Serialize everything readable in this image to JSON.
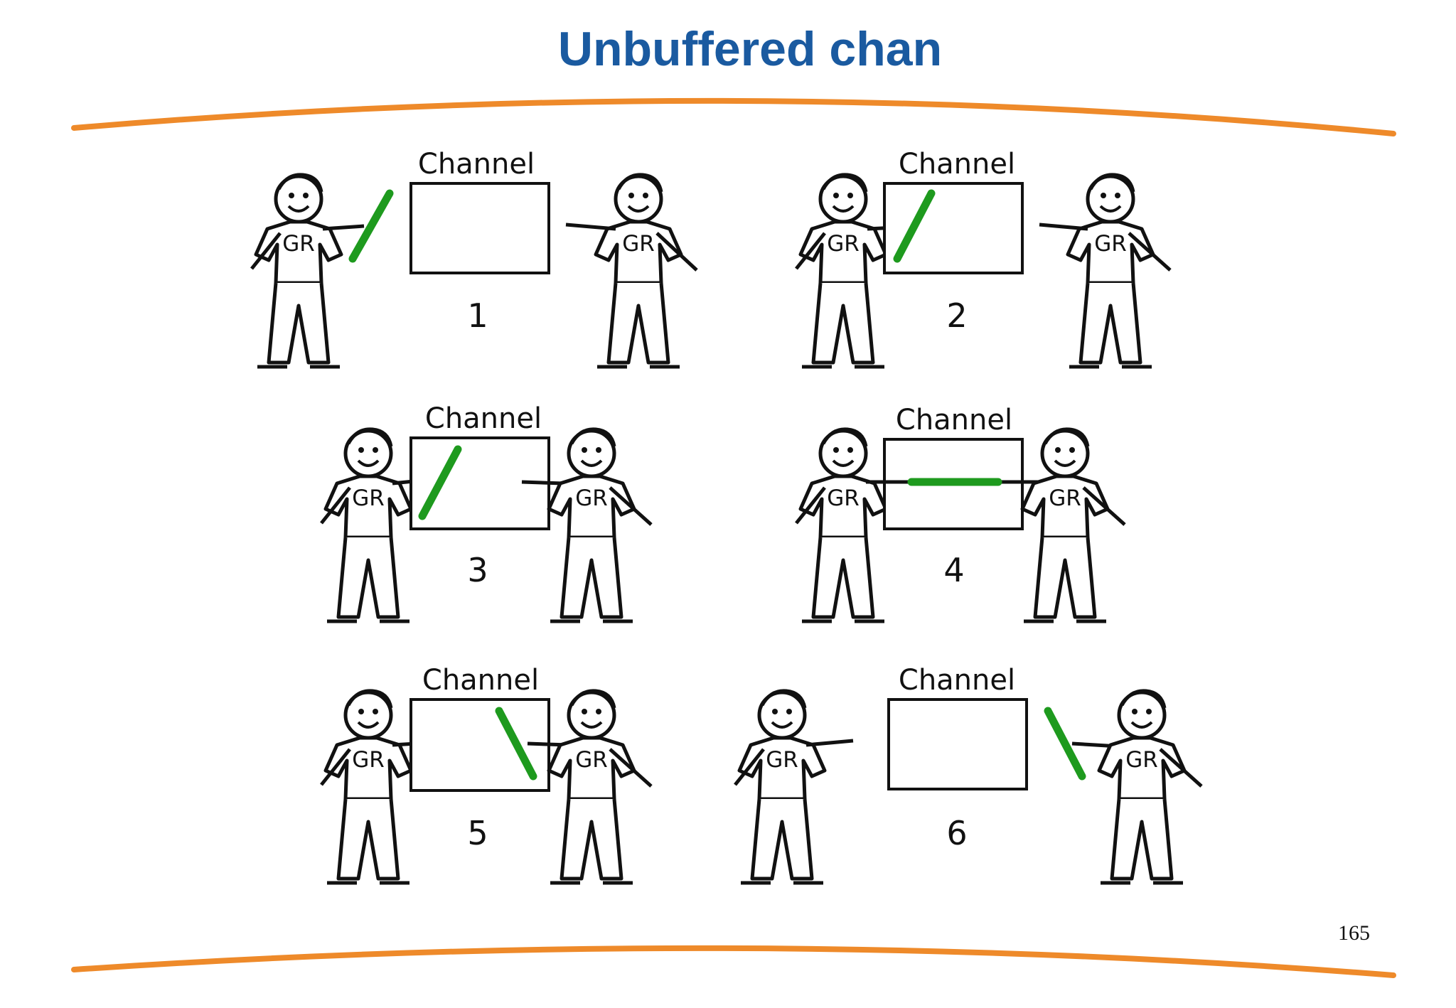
{
  "title": "Unbuffered chan",
  "page_number": "165",
  "colors": {
    "title": "#1a5aa0",
    "accent_curve": "#ee8a2a",
    "baton": "#1e9a1e",
    "ink": "#111111"
  },
  "panels": [
    {
      "number": "1",
      "channel_label": "Channel",
      "left_shirt": "GR",
      "right_shirt": "GR",
      "state": "left-holds-baton-outside"
    },
    {
      "number": "2",
      "channel_label": "Channel",
      "left_shirt": "GR",
      "right_shirt": "GR",
      "state": "left-puts-baton-in-channel"
    },
    {
      "number": "3",
      "channel_label": "Channel",
      "left_shirt": "GR",
      "right_shirt": "GR",
      "state": "right-reaches-into-channel"
    },
    {
      "number": "4",
      "channel_label": "Channel",
      "left_shirt": "GR",
      "right_shirt": "GR",
      "state": "both-hold-baton"
    },
    {
      "number": "5",
      "channel_label": "Channel",
      "left_shirt": "GR",
      "right_shirt": "GR",
      "state": "right-takes-baton"
    },
    {
      "number": "6",
      "channel_label": "Channel",
      "left_shirt": "GR",
      "right_shirt": "GR",
      "state": "right-holds-baton-outside"
    }
  ]
}
